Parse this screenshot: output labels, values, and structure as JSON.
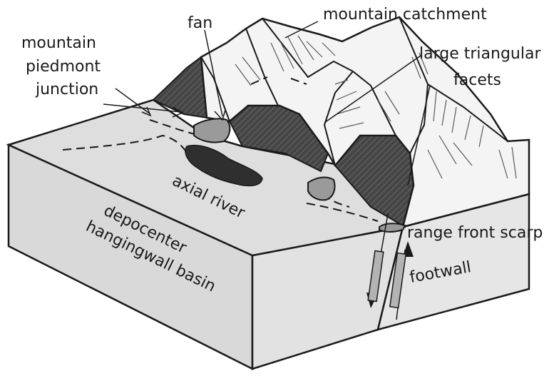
{
  "labels": {
    "mountain_catchment": "mountain catchment",
    "fan": "fan",
    "mountain_piedmont_junction": [
      "mountain",
      "piedmont",
      "junction"
    ],
    "large_triangular_facets": [
      "large triangular",
      "facets"
    ],
    "axial_river": "axial river",
    "depocenter_hangingwall_basin": [
      "depocenter",
      "hangingwall basin"
    ],
    "range_front_scarp": "range front scarp",
    "footwall": "footwall"
  },
  "colors": {
    "background": "#ffffff",
    "line": "#1a1a1a",
    "block_side": "#e3e3e3",
    "block_front": "#d6d6d6",
    "basin_floor": "#dcdcdc",
    "mountain_light": "#f3f3f3",
    "facet_dark": "#4a4a4a",
    "fan": "#9a9a9a",
    "lake": "#2e2e2e"
  }
}
